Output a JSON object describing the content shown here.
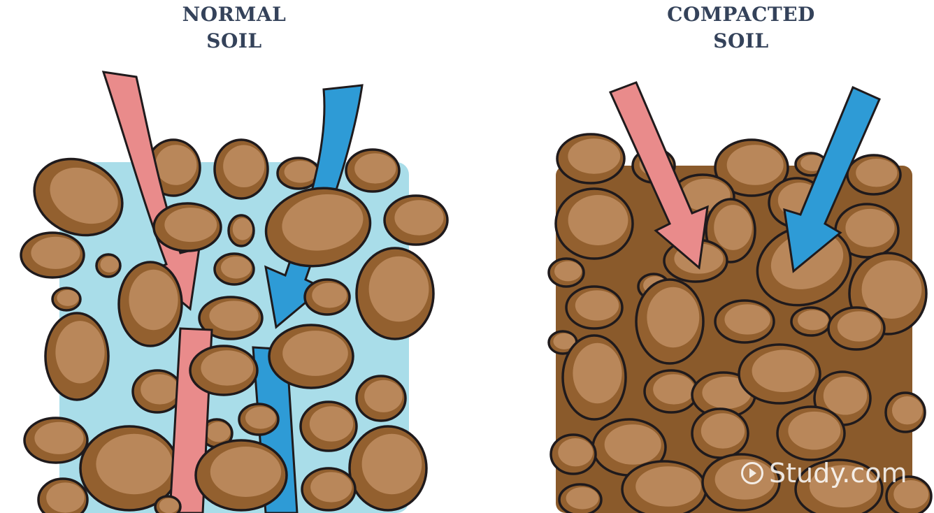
{
  "panels": {
    "normal": {
      "title_line1": "NORMAL",
      "title_line2": "SOIL"
    },
    "compacted": {
      "title_line1": "COMPACTED",
      "title_line2": "SOIL"
    }
  },
  "watermark": {
    "text": "Study.com"
  },
  "colors": {
    "water_background": "#a9dde9",
    "compacted_background": "#8a5a2b",
    "rock": "#93602f",
    "rock_highlight": "#b9875a",
    "rock_outline": "#1f1a1c",
    "air_arrow": "#e98b8b",
    "water_arrow": "#2e9bd6",
    "title_text": "#34425a"
  },
  "icons": {
    "watermark_logo": "play-circle-icon"
  }
}
